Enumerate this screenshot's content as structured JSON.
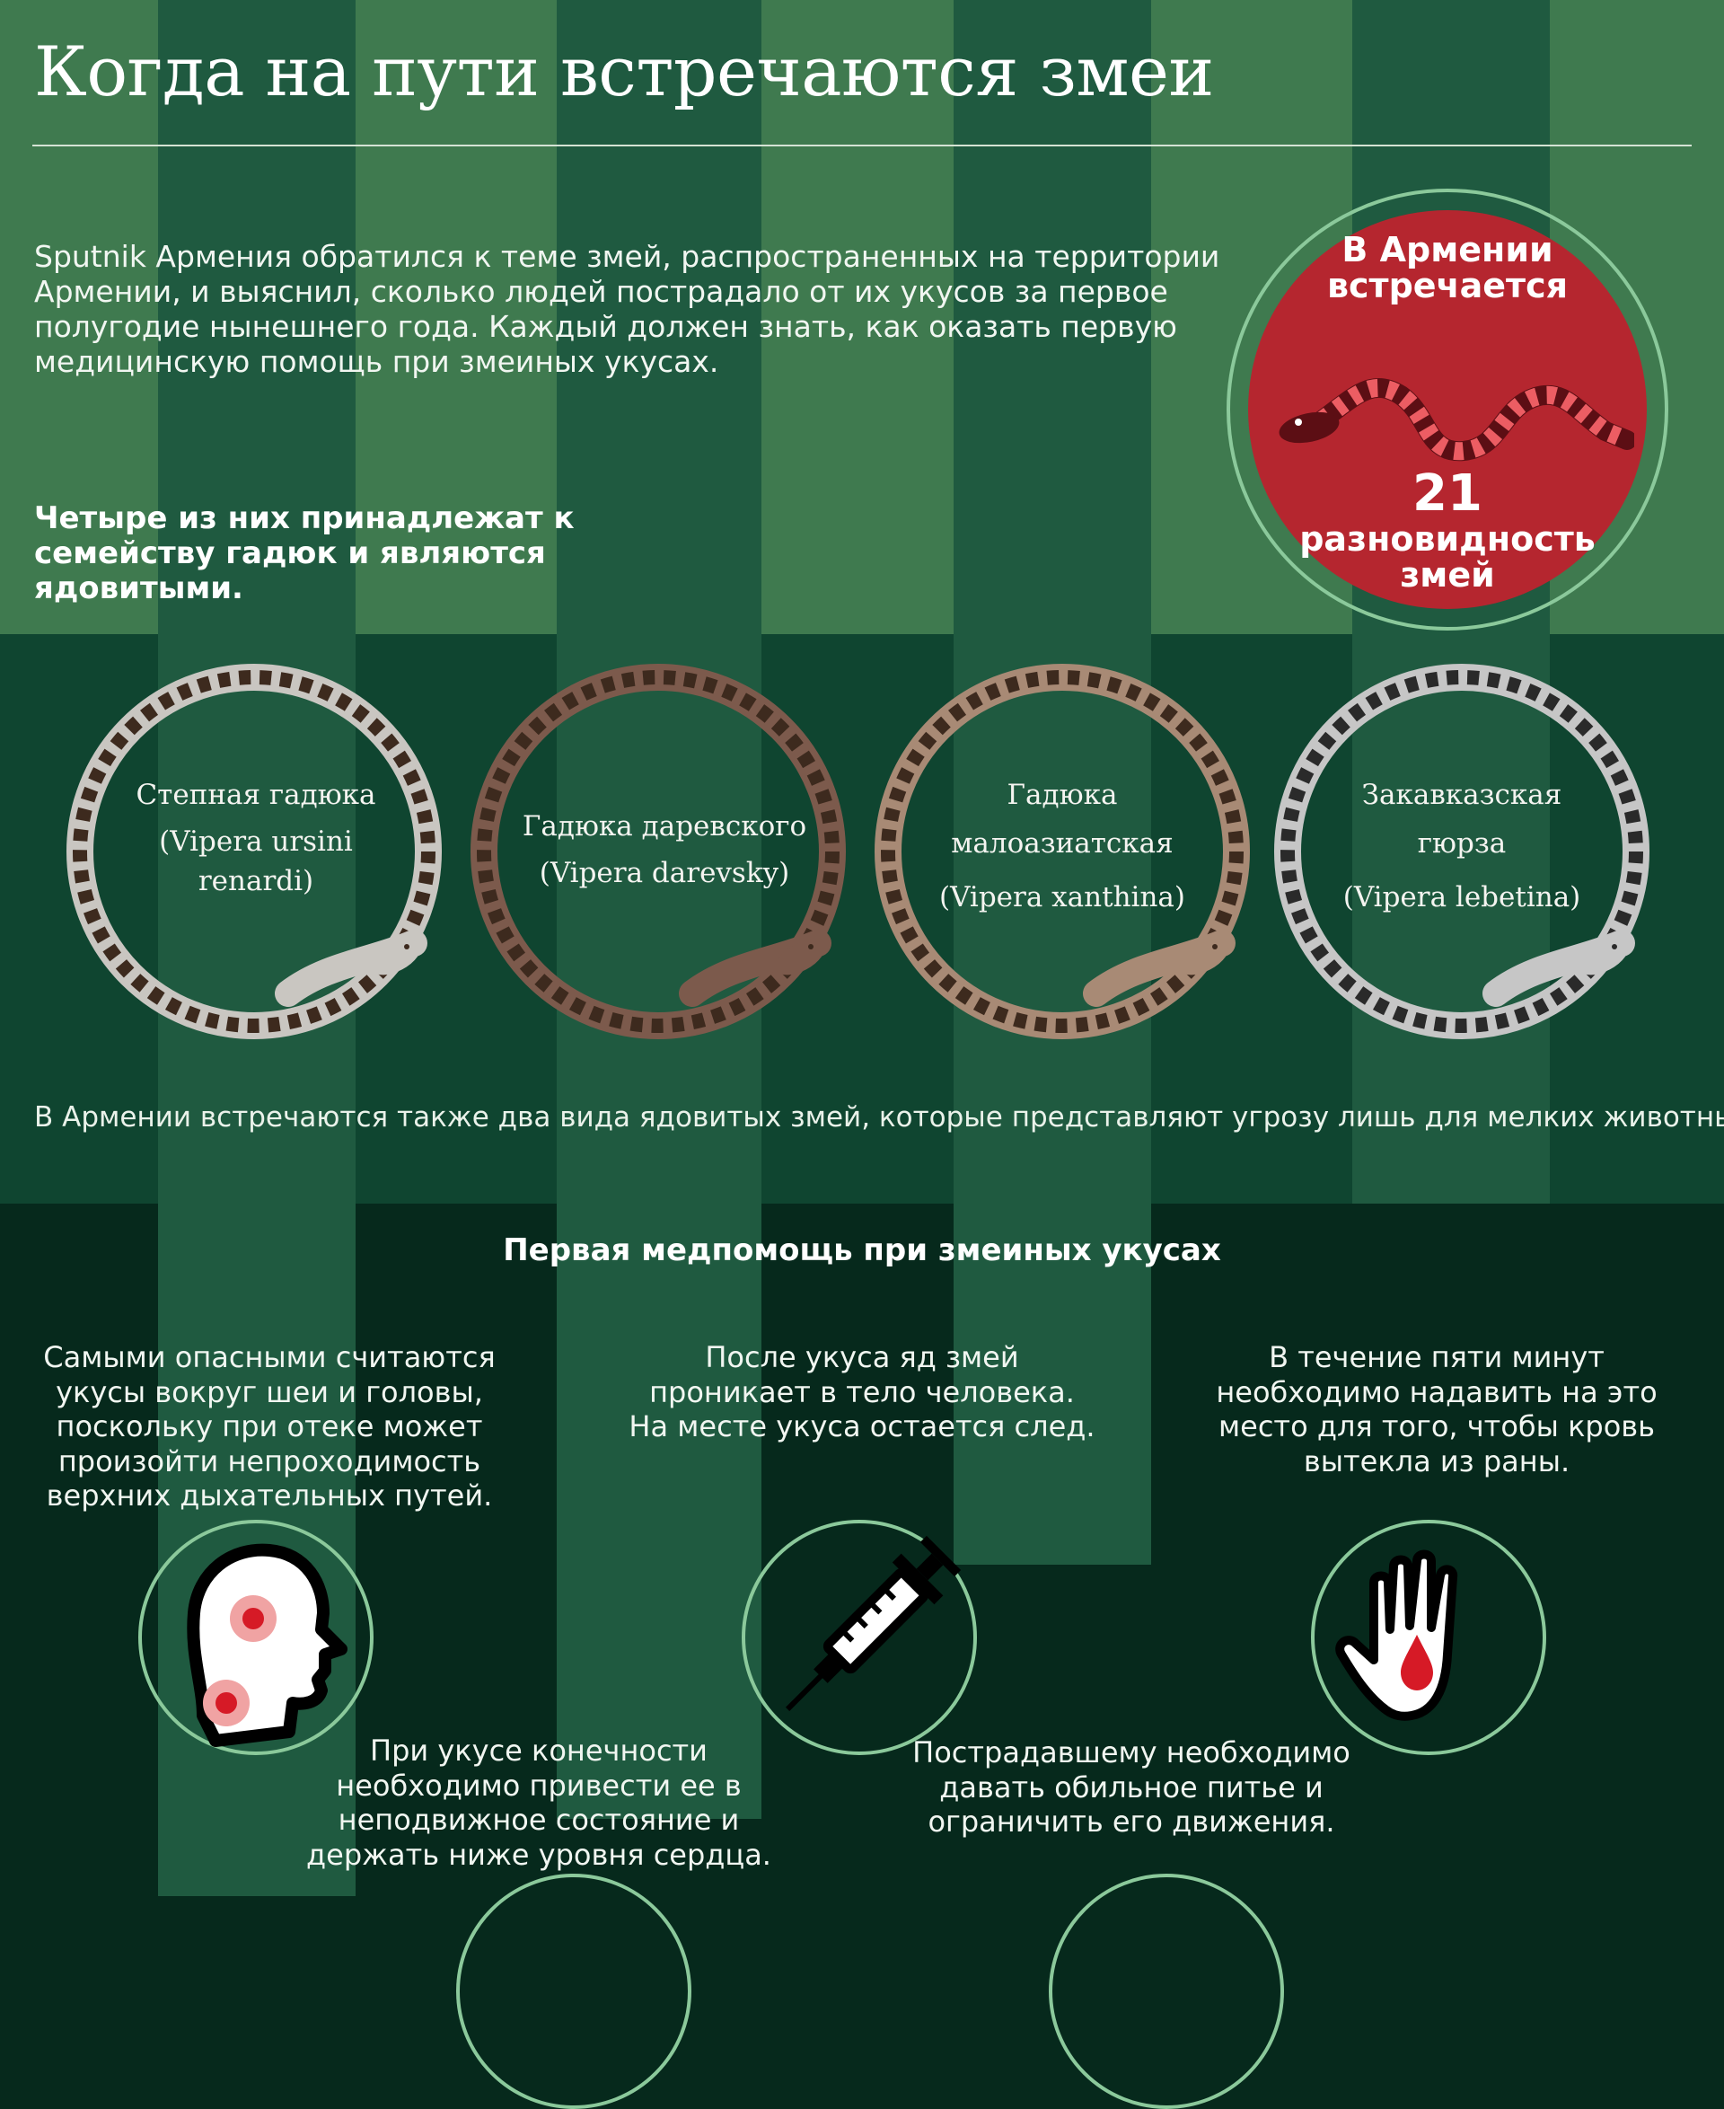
{
  "header": {
    "title": "Когда на пути встречаются змеи",
    "intro": "Sputnik Армения обратился к теме змей, распространенных на территории Армении, и выяснил, сколько людей пострадало от их укусов за первое полугодие нынешнего года. Каждый должен знать, как оказать первую медицинскую помощь при змеиных укусах.",
    "subheading": "Четыре из них принадлежат к семейству гадюк и являются ядовитыми."
  },
  "badge": {
    "line1": "В Армении",
    "line2": "встречается",
    "count": "21",
    "line3": "разновидность",
    "line4": "змей"
  },
  "vipers": [
    {
      "name_lines": [
        "Степная гадюка"
      ],
      "latin_lines": [
        "(Vipera ursini",
        "renardi)"
      ]
    },
    {
      "name_lines": [
        "Гадюка даревского"
      ],
      "latin_lines": [
        "(Vipera darevsky)"
      ]
    },
    {
      "name_lines": [
        "Гадюка",
        "малоазиатская"
      ],
      "latin_lines": [
        "(Vipera xanthina)"
      ]
    },
    {
      "name_lines": [
        "Закавказская",
        "гюрза"
      ],
      "latin_lines": [
        "(Vipera lebetina)"
      ]
    }
  ],
  "also_note": "В Армении встречаются также два вида ядовитых змей, которые представляют угрозу лишь для мелких животных.",
  "first_aid": {
    "title": "Первая медпомощь при змеиных укусах",
    "tips": [
      {
        "icon": "head-bite-icon",
        "lines": [
          "Самыми опасными считаются",
          "укусы вокруг шеи и головы,",
          "поскольку при отеке может",
          "произойти непроходимость",
          "верхних дыхательных путей."
        ]
      },
      {
        "icon": "syringe-icon",
        "lines": [
          "После укуса яд змей",
          "проникает в тело человека.",
          "На месте укуса остается след."
        ]
      },
      {
        "icon": "hand-blood-icon",
        "lines": [
          "В течение пяти минут",
          "необходимо надавить на это",
          "место для того, чтобы кровь",
          "вытекла из раны."
        ]
      },
      {
        "lines": [
          "При укусе конечности",
          "необходимо привести ее в",
          "неподвижное состояние и",
          "держать ниже уровня сердца."
        ]
      },
      {
        "lines": [
          "Пострадавшему необходимо",
          "давать обильное питье и",
          "ограничить его движения."
        ]
      }
    ]
  },
  "colors": {
    "green_top": "#3f7a4f",
    "green_mid": "#0f4530",
    "green_dark": "#06291c",
    "stripe": "#225f47",
    "accent_red": "#b5262f",
    "ring": "#8bc99b"
  }
}
